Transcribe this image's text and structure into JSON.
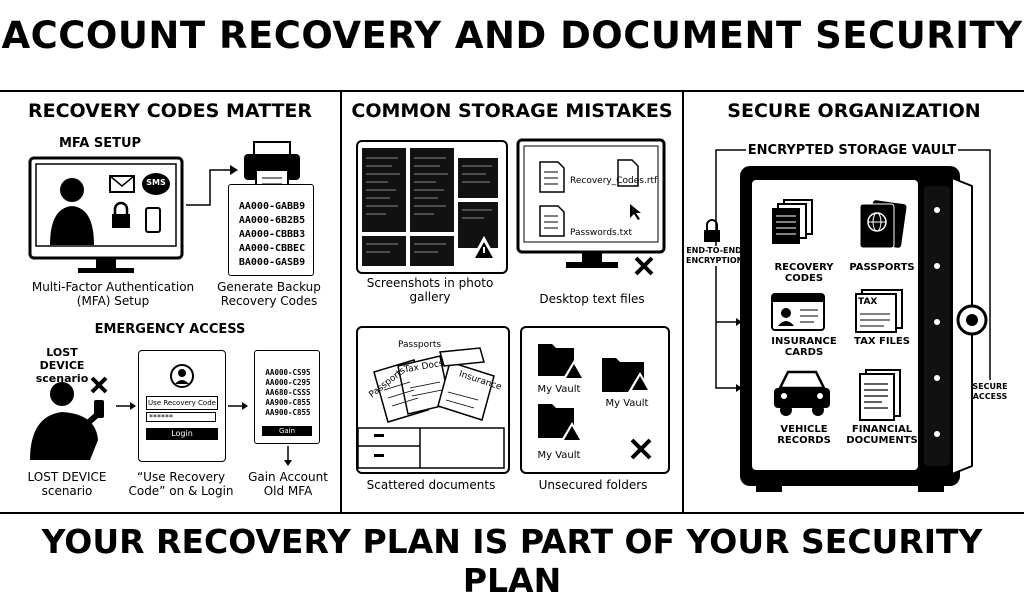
{
  "title": "ACCOUNT RECOVERY AND DOCUMENT SECURITY",
  "footer": "YOUR RECOVERY PLAN IS PART OF YOUR SECURITY PLAN",
  "col1": {
    "heading": "RECOVERY CODES MATTER",
    "mfa_setup_label": "MFA SETUP",
    "sms": "SMS",
    "mfa_caption": "Multi-Factor Authentication (MFA) Setup",
    "codes": [
      "AA000-GABB9",
      "AA000-6B2B5",
      "AA000-CBBB3",
      "AA000-CBBEC",
      "BA000-GASB9"
    ],
    "codes_caption": "Generate Backup Recovery Codes",
    "emergency_label": "EMERGENCY ACCESS",
    "lost_device_top": "LOST DEVICE scenario",
    "use_recovery_button": "Use Recovery Code",
    "password_mask": "******",
    "login_button": "Login",
    "codes2": [
      "AA000-CS95",
      "AA000-C295",
      "AA680-CSS5",
      "AA900-C855",
      "AA900-C855"
    ],
    "gain_button": "Gain",
    "lost_device_bottom": "LOST DEVICE scenario",
    "use_recovery_caption": "“Use Recovery Code” on & Login",
    "gain_caption": "Gain Account Old MFA"
  },
  "col2": {
    "heading": "COMMON STORAGE MISTAKES",
    "screenshots_caption": "Screenshots in photo gallery",
    "file1": "Recovery_Codes.rtf",
    "file2": "Passwords.txt",
    "desktop_caption": "Desktop text files",
    "doc_passports": "Passports",
    "doc_taxdocs": "Tax Docs",
    "doc_passports2": "Passports",
    "doc_insurance": "Insurance",
    "scattered_caption": "Scattered documents",
    "folder1": "My Vault",
    "folder2": "My Vault",
    "folder3": "My Vault",
    "unsecured_caption": "Unsecured folders"
  },
  "col3": {
    "heading": "SECURE ORGANIZATION",
    "vault_label": "ENCRYPTED STORAGE VAULT",
    "e2e_label": "END-TO-END ENCRYPTION",
    "secure_access_label": "SECURE ACCESS",
    "items": {
      "recovery": "RECOVERY CODES",
      "passports": "PASSPORTS",
      "insurance": "INSURANCE CARDS",
      "tax": "TAX FILES",
      "tax_tag": "TAX",
      "vehicle": "VEHICLE RECORDS",
      "financial": "FINANCIAL DOCUMENTS"
    }
  }
}
